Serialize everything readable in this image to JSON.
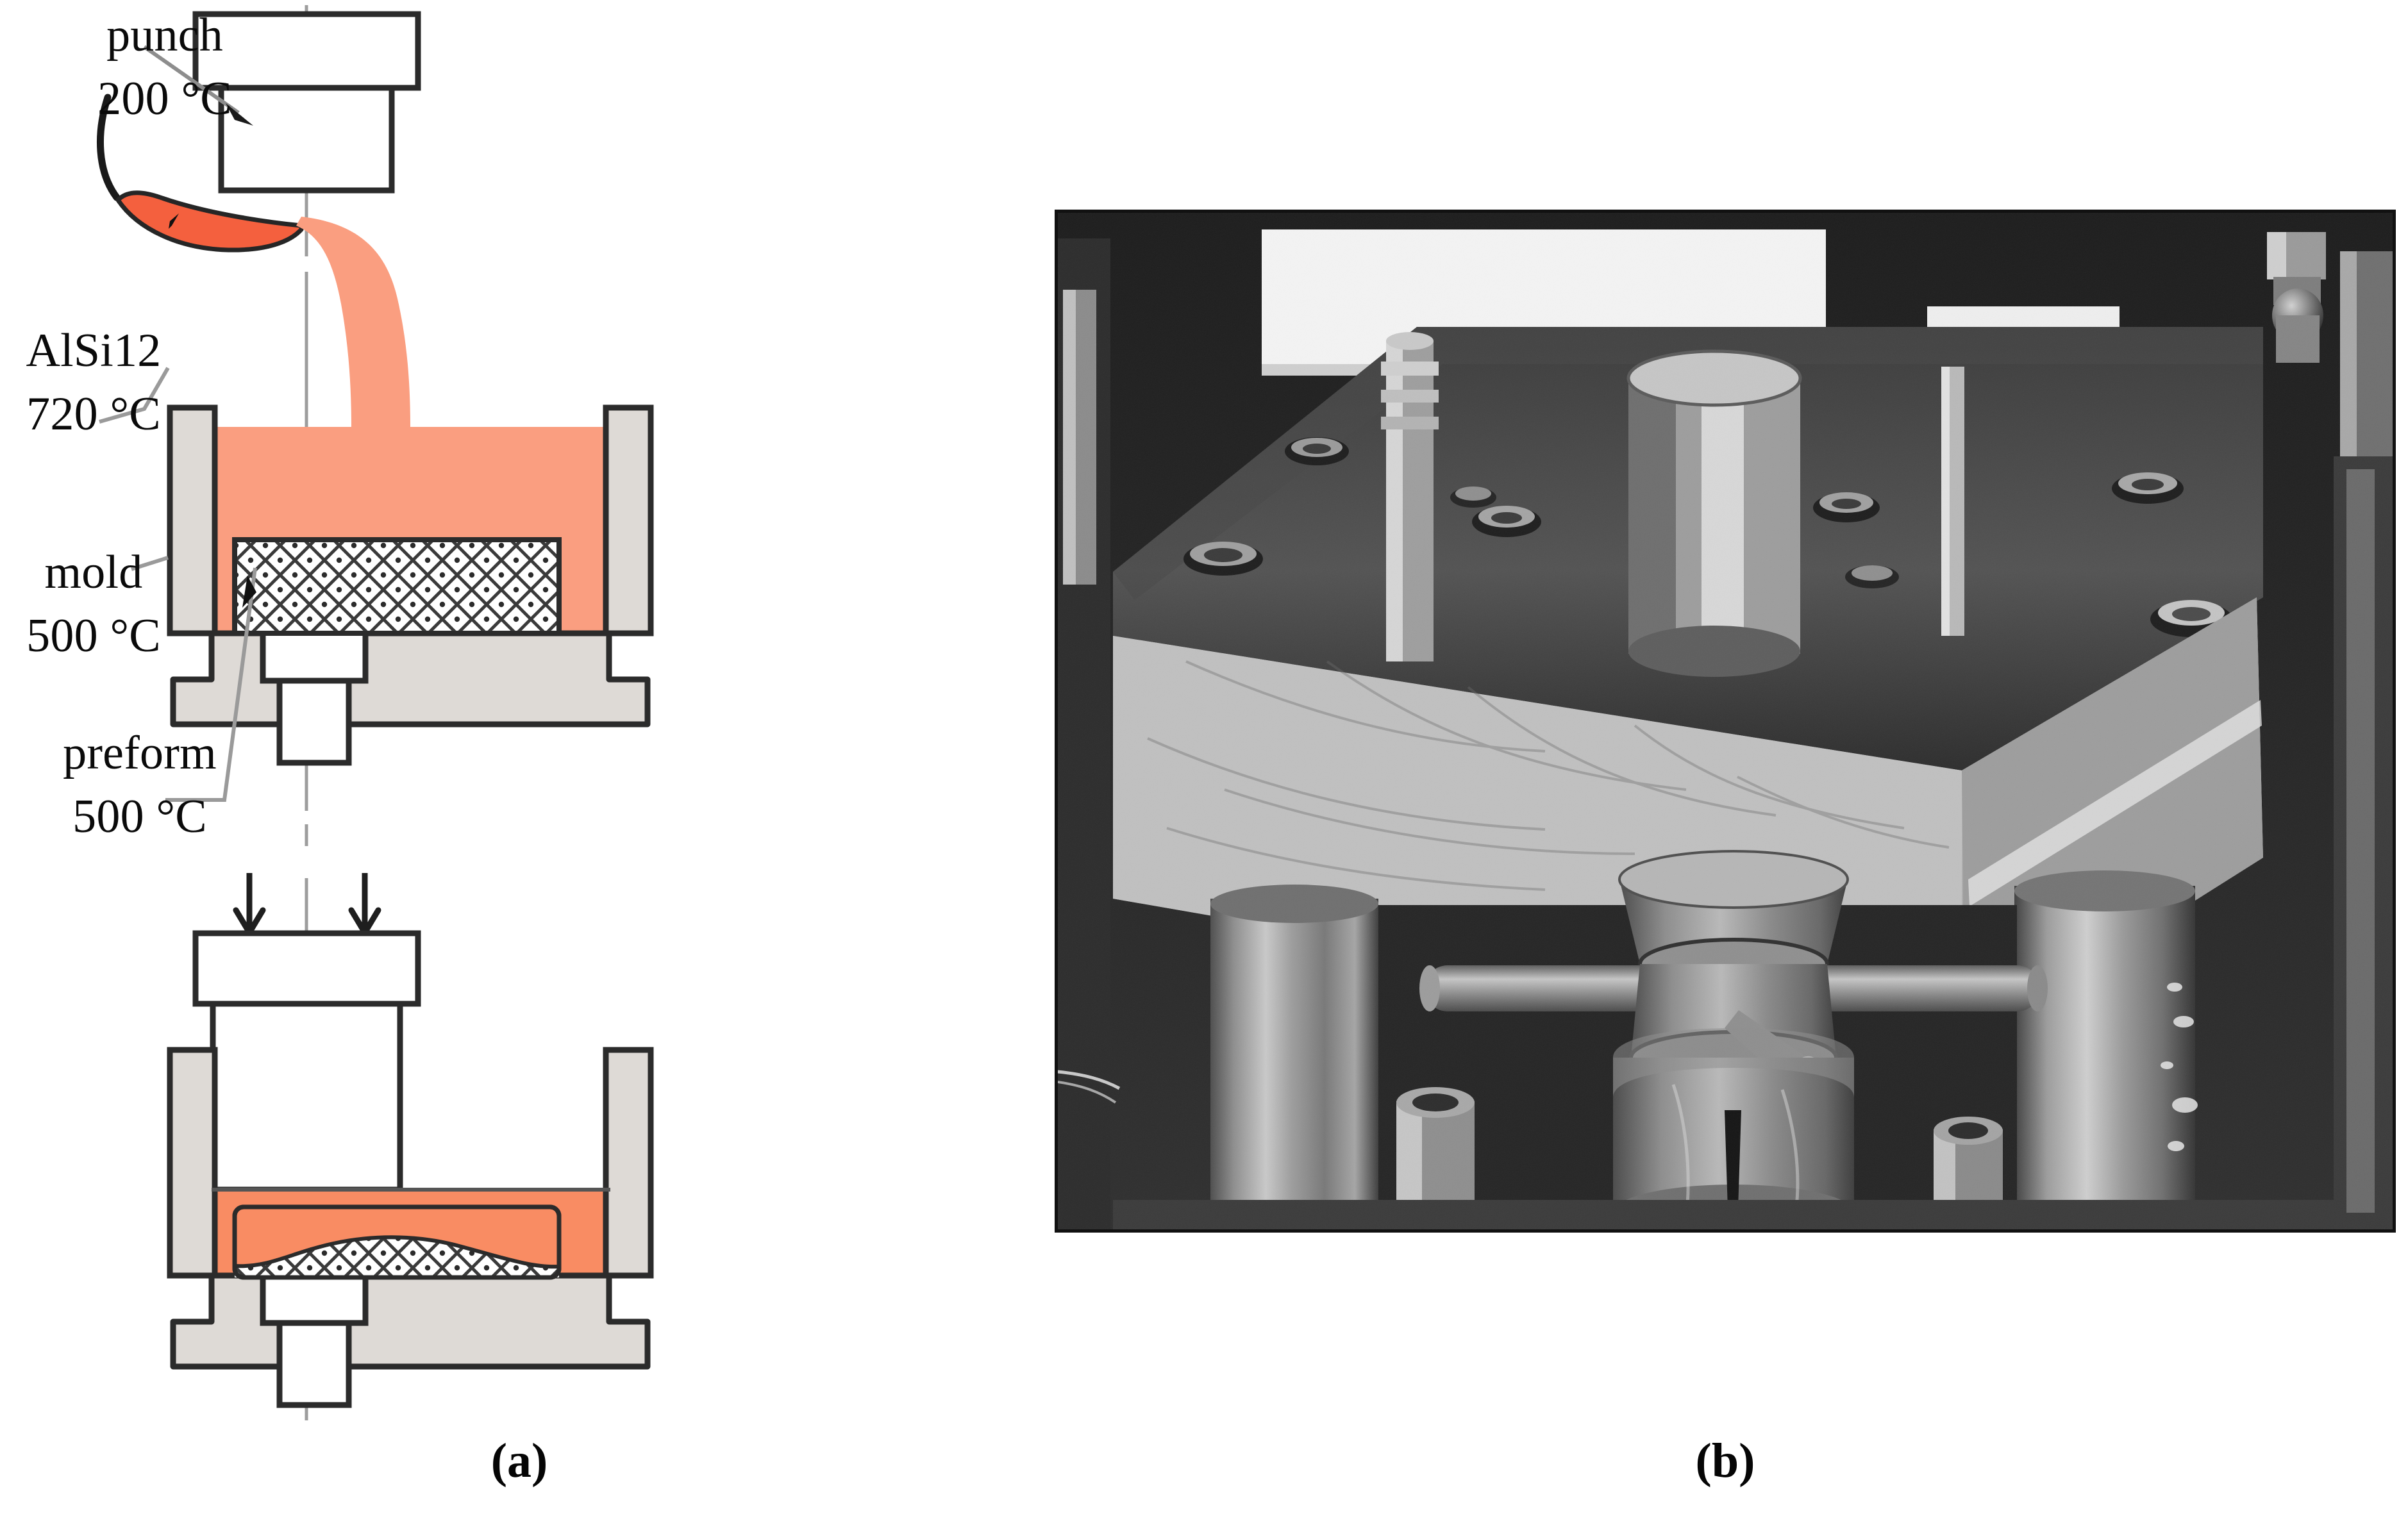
{
  "figure": {
    "panels": [
      {
        "id": "a",
        "caption": "(a)",
        "kind": "schematic-diagram"
      },
      {
        "id": "b",
        "caption": "(b)",
        "kind": "photograph"
      }
    ]
  },
  "diagram": {
    "title": "squeeze casting / infiltration process schematic",
    "labels": [
      {
        "name": "punch",
        "text": "punch",
        "temperature": "200 °C"
      },
      {
        "name": "alsi12",
        "text": "AlSi12",
        "temperature": "720 °C"
      },
      {
        "name": "mold",
        "text": "mold",
        "temperature": "500 °C"
      },
      {
        "name": "preform",
        "text": "preform",
        "temperature": "500 °C"
      }
    ],
    "colors": {
      "melt_ladle": "#F4603E",
      "melt_stream": "#FA9E80",
      "melt_cavity": "#FA9E80",
      "melt_pressed": "#F98C63",
      "mold_body": "#DEDAD6",
      "outline": "#2A2A2A",
      "centerline": "#9A9A9A",
      "white_part": "#FFFFFF"
    },
    "stages": [
      {
        "name": "stage-pour",
        "description": "melt poured from ladle into open mold over preform"
      },
      {
        "name": "stage-press",
        "description": "punch descends, pressure arrows applied, melt infiltrates preform"
      }
    ]
  },
  "photo": {
    "name": "hydraulic-press-die-photograph",
    "description": "black and white photograph of the hydraulic press tooling with upper platen, guide pillars and the die assembly"
  },
  "captions": {
    "a": "(a)",
    "b": "(b)"
  }
}
